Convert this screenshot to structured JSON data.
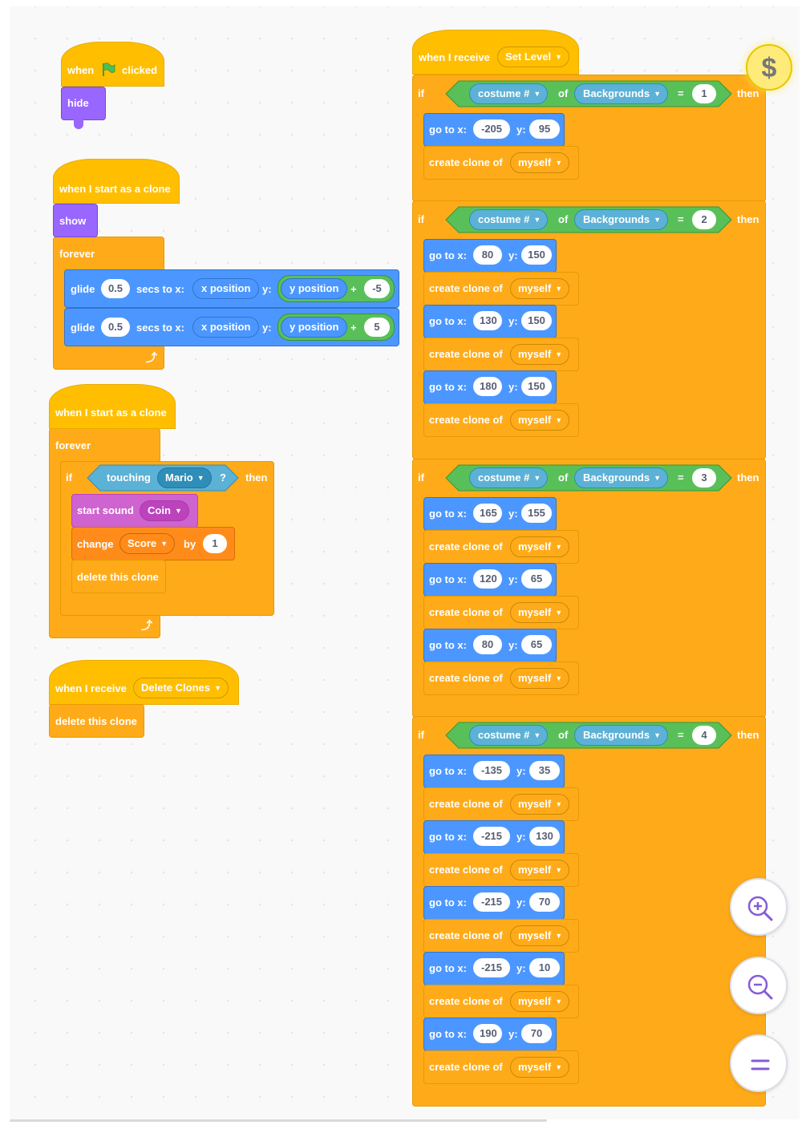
{
  "script1": {
    "when": "when",
    "clicked": "clicked",
    "hide": "hide",
    "flag_color": "#4cbf56"
  },
  "script2": {
    "hat": "when I start as a clone",
    "show": "show",
    "forever": "forever",
    "glide": "glide",
    "secs": "secs to x:",
    "y_label": "y:",
    "x_reporter": "x position",
    "y_reporter": "y position",
    "plus": "+",
    "glide1_secs": "0.5",
    "glide1_dy": "-5",
    "glide2_secs": "0.5",
    "glide2_dy": "5"
  },
  "script3": {
    "hat": "when I start as a clone",
    "forever": "forever",
    "if": "if",
    "then": "then",
    "touching": "touching",
    "touching_target": "Mario",
    "question": "?",
    "start_sound": "start sound",
    "sound": "Coin",
    "change": "change",
    "variable": "Score",
    "by": "by",
    "amount": "1",
    "delete": "delete this clone"
  },
  "script4": {
    "hat": "when I receive",
    "message": "Delete Clones",
    "delete": "delete this clone"
  },
  "script5": {
    "hat": "when I receive",
    "message": "Set Level",
    "labels": {
      "if": "if",
      "then": "then",
      "of": "of",
      "eq": "=",
      "goto": "go to x:",
      "y": "y:",
      "clone": "create clone of",
      "myself": "myself",
      "costume": "costume #",
      "sprite": "Backgrounds"
    },
    "levels": [
      {
        "level": "1",
        "positions": [
          {
            "x": "-205",
            "y": "95"
          }
        ]
      },
      {
        "level": "2",
        "positions": [
          {
            "x": "80",
            "y": "150"
          },
          {
            "x": "130",
            "y": "150"
          },
          {
            "x": "180",
            "y": "150"
          }
        ]
      },
      {
        "level": "3",
        "positions": [
          {
            "x": "165",
            "y": "155"
          },
          {
            "x": "120",
            "y": "65"
          },
          {
            "x": "80",
            "y": "65"
          }
        ]
      },
      {
        "level": "4",
        "positions": [
          {
            "x": "-135",
            "y": "35"
          },
          {
            "x": "-215",
            "y": "130"
          },
          {
            "x": "-215",
            "y": "70"
          },
          {
            "x": "-215",
            "y": "10"
          },
          {
            "x": "190",
            "y": "70"
          }
        ]
      }
    ]
  },
  "ui": {
    "extension_icon": "$",
    "zoom_in": "zoom-in-icon",
    "zoom_out": "zoom-out-icon",
    "zoom_reset": "zoom-reset-icon"
  }
}
